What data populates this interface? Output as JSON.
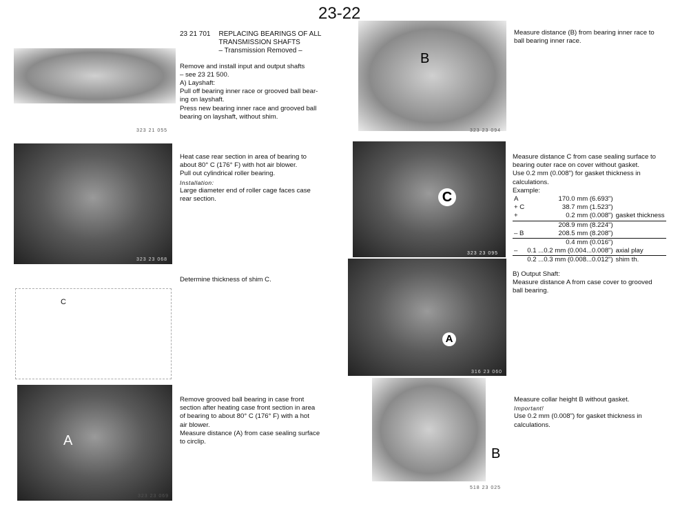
{
  "page_number": "23-22",
  "sections": {
    "s1": {
      "code": "23 21 701",
      "title_line1": "REPLACING BEARINGS OF ALL",
      "title_line2": "TRANSMISSION SHAFTS",
      "subtitle": "– Transmission Removed –",
      "lines": [
        "Remove and install input and output shafts",
        "– see 23 21 500.",
        "A)  Layshaft:",
        "Pull off bearing inner race or grooved ball bear-",
        "ing on layshaft.",
        "Press new bearing inner race and grooved ball",
        "bearing on layshaft, without shim."
      ],
      "figure": "323 21 055"
    },
    "s2": {
      "lines": [
        "Heat case rear section in area of bearing to",
        "about 80° C (176° F) with hot air blower.",
        "Pull out cylindrical roller bearing."
      ],
      "note": "Installation:",
      "lines2": [
        "Large diameter end of roller cage faces case",
        "rear section."
      ],
      "figure": "323 23 068"
    },
    "s3": {
      "lines": [
        "Determine thickness of shim C."
      ],
      "label": "C"
    },
    "s4": {
      "lines": [
        "Remove grooved ball bearing in case front",
        "section after heating case front section in area",
        "of bearing to about 80° C (176° F) with a hot",
        "air blower.",
        "Measure distance (A) from case sealing surface",
        "to circlip."
      ],
      "figure": "323 23 069",
      "label": "A"
    },
    "s5": {
      "lines": [
        "Measure distance (B) from bearing inner race to",
        "ball bearing inner race."
      ],
      "figure": "323 23 094",
      "label": "B"
    },
    "s6": {
      "lines": [
        "Measure distance C from case sealing surface to",
        "bearing outer race on cover without gasket.",
        "Use 0.2 mm (0.008\") for gasket thickness in",
        "calculations.",
        "Example:"
      ],
      "figure": "323 23 095",
      "label": "C",
      "calc": [
        [
          "A",
          "170.0 mm (6.693\")",
          ""
        ],
        [
          "+ C",
          "38.7 mm (1.523\")",
          ""
        ],
        [
          "+",
          "0.2 mm (0.008\")",
          "gasket thickness"
        ],
        [
          "",
          "208.9 mm (8.224\")",
          ""
        ],
        [
          "– B",
          "208.5 mm (8.208\")",
          ""
        ],
        [
          "",
          "0.4 mm (0.016\")",
          ""
        ],
        [
          "–",
          "0.1 ...0.2 mm (0.004...0.008\")",
          "axial play"
        ],
        [
          "",
          "0.2 ...0.3 mm (0.008...0.012\")",
          "shim th."
        ]
      ],
      "lines2": [
        "B)  Output Shaft:",
        "Measure distance A from case cover to grooved",
        "ball bearing."
      ]
    },
    "s7": {
      "figure": "316 23 060",
      "label": "A"
    },
    "s8": {
      "lines": [
        "Measure collar height B without gasket."
      ],
      "note": "Important!",
      "lines2": [
        "Use 0.2 mm (0.008\") for gasket thickness in",
        "calculations."
      ],
      "figure": "518 23 025",
      "label": "B"
    }
  }
}
